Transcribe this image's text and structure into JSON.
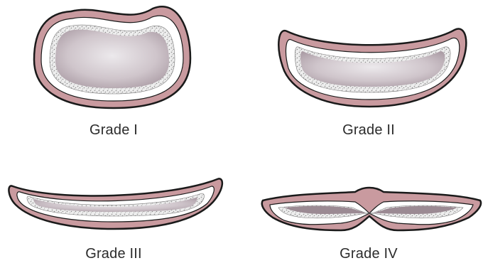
{
  "grades": [
    {
      "label": "Grade I"
    },
    {
      "label": "Grade II"
    },
    {
      "label": "Grade III"
    },
    {
      "label": "Grade IV"
    }
  ],
  "colors": {
    "wall": "#c99a9f",
    "wall_outline": "#1a1a1a",
    "lumen_light": "#ece9ec",
    "lumen_dark": "#b9aeb5",
    "cartilage": "#e6e6e6"
  }
}
